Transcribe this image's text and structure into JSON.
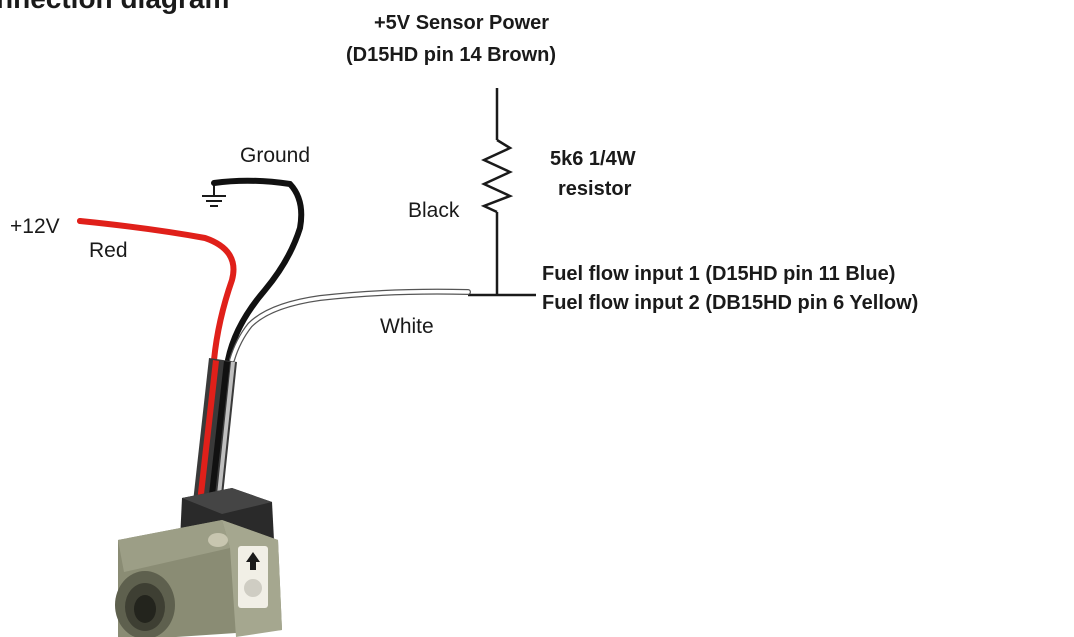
{
  "title": "nnection diagram",
  "sensor_power": {
    "line1": "+5V Sensor Power",
    "line2": "(D15HD pin 14 Brown)"
  },
  "resistor": {
    "line1": "5k6 1/4W",
    "line2": "resistor"
  },
  "wires": {
    "ground": "Ground",
    "black": "Black",
    "plus12v": "+12V",
    "red": "Red",
    "white": "White"
  },
  "inputs": {
    "input1": "Fuel flow input 1 (D15HD pin 11 Blue)",
    "input2": "Fuel flow input 2 (DB15HD pin 6  Yellow)"
  },
  "colors": {
    "red_wire": "#e0201a",
    "black_wire": "#111111",
    "sensor_body": "#8a8c74",
    "sensor_shadow": "#5e604e",
    "connector": "#2a2a2a"
  }
}
